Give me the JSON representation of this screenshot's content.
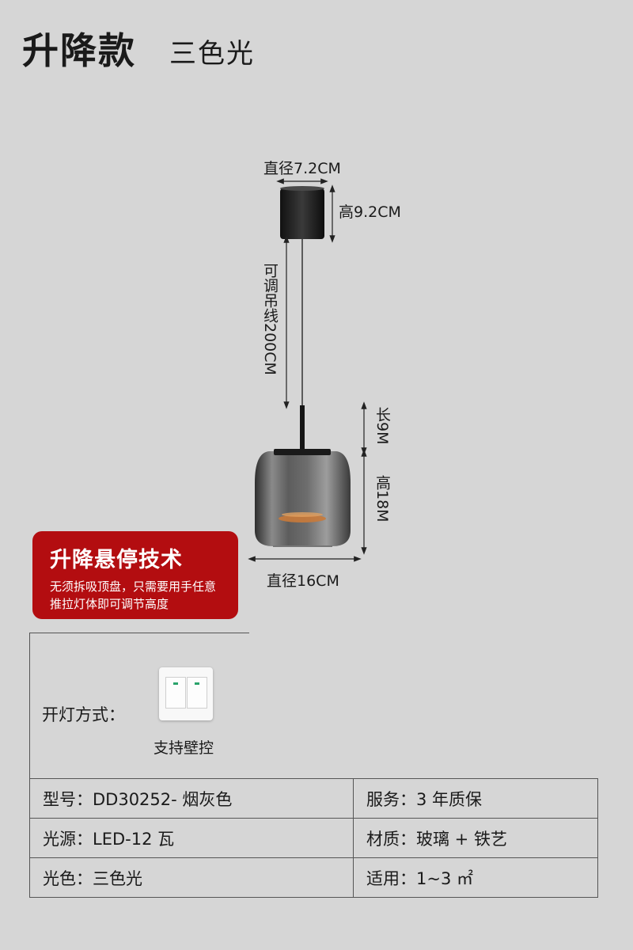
{
  "header": {
    "title": "升降款",
    "subtitle": "三色光"
  },
  "dimensions": {
    "canopy_diameter": "直径7.2CM",
    "canopy_height": "高9.2CM",
    "cable_length": "可调吊线200CM",
    "stem_length": "长9M",
    "shade_height": "高18M",
    "shade_diameter": "直径16CM"
  },
  "badge": {
    "title": "升降悬停技术",
    "desc_line1": "无须拆吸顶盘，只需要用手任意",
    "desc_line2": "推拉灯体即可调节高度"
  },
  "switch_section": {
    "label": "开灯方式：",
    "caption": "支持壁控"
  },
  "specs": [
    [
      "型号：DD30252- 烟灰色",
      "服务：3 年质保"
    ],
    [
      "光源：LED-12 瓦",
      "材质：玻璃 + 铁艺"
    ],
    [
      "光色：三色光",
      "适用：1~3 ㎡"
    ]
  ]
}
